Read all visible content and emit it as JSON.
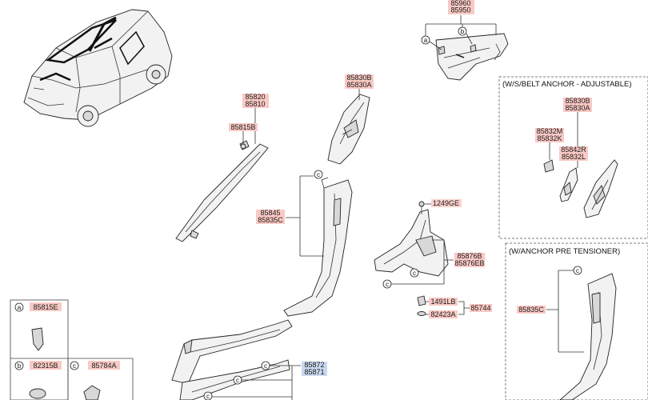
{
  "callouts": {
    "p85960_85950": [
      "85960",
      "85950"
    ],
    "p85830b_85830a_main": [
      "85830B",
      "85830A"
    ],
    "p85820_85810": [
      "85820",
      "85810"
    ],
    "p85815b": [
      "85815B"
    ],
    "p85845_85835c": [
      "85845",
      "85835C"
    ],
    "p1249ge": [
      "1249GE"
    ],
    "p85876b_85876e": [
      "85876B",
      "85876EB"
    ],
    "p1491lb": [
      "1491LB"
    ],
    "p82423a": [
      "82423A"
    ],
    "p85744": [
      "85744"
    ],
    "p85872_85871": [
      "85872",
      "85871"
    ],
    "p85830b_85830a_inset": [
      "85830B",
      "85830A"
    ],
    "p85832m_85832k": [
      "85832M",
      "85832K"
    ],
    "p85842r_85832l": [
      "85842R",
      "85832L"
    ],
    "p85835c_inset": [
      "85835C"
    ]
  },
  "insets": {
    "belt_anchor": "(W/S/BELT ANCHOR - ADJUSTABLE)",
    "pre_tensioner": "(W/ANCHOR PRE TENSIONER)"
  },
  "legend": {
    "a": {
      "letter": "a",
      "part": "85815E"
    },
    "b": {
      "letter": "b",
      "part": "82315B"
    },
    "c": {
      "letter": "c",
      "part": "85784A"
    }
  },
  "markers": {
    "a": "a",
    "b": "b",
    "c": "c"
  },
  "colors": {
    "callout_fill": "#f9c9c4",
    "highlight_fill": "#c9d8ef"
  }
}
